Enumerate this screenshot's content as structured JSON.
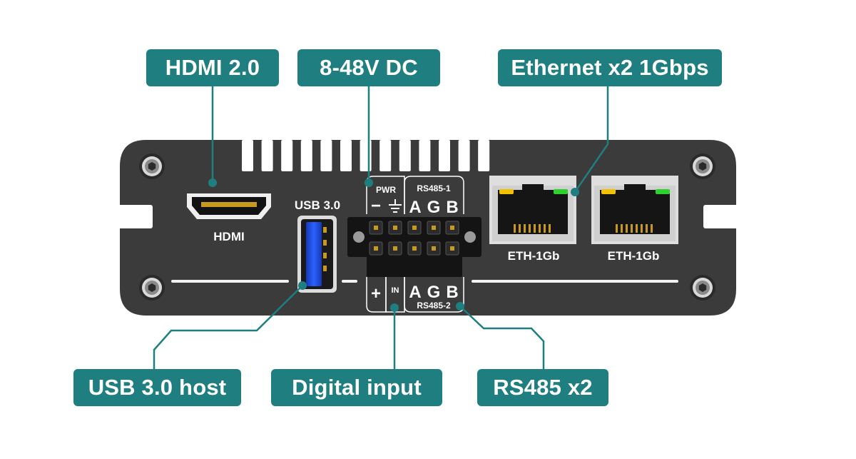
{
  "colors": {
    "teal": "#1f7f80",
    "chassis": "#3b3b3b",
    "usb_blue": "#1f4fe0",
    "led_yellow": "#f2c200",
    "led_green": "#2fd12f",
    "pin_gold": "#c79a1f"
  },
  "callouts": {
    "hdmi": "HDMI 2.0",
    "power": "8-48V DC",
    "ethernet": "Ethernet x2 1Gbps",
    "usb": "USB 3.0 host",
    "digital_input": "Digital input",
    "rs485": "RS485 x2"
  },
  "panel": {
    "hdmi_label": "HDMI",
    "usb_label": "USB 3.0",
    "pwr_label": "PWR",
    "pwr_minus": "−",
    "pwr_plus": "+",
    "in_label": "IN",
    "rs485_1_label": "RS485-1",
    "rs485_2_label": "RS485-2",
    "pin_a": "A",
    "pin_g": "G",
    "pin_b": "B",
    "eth1_label": "ETH-1Gb",
    "eth2_label": "ETH-1Gb"
  },
  "icons": {
    "ground": "ground-symbol-icon",
    "screw": "screw-icon"
  }
}
